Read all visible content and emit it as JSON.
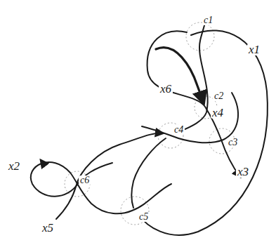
{
  "diagram": {
    "labels": [
      "c1",
      "x1",
      "x6",
      "c2",
      "x4",
      "c4",
      "c3",
      "x2",
      "c6",
      "x3",
      "c5",
      "x5"
    ]
  }
}
